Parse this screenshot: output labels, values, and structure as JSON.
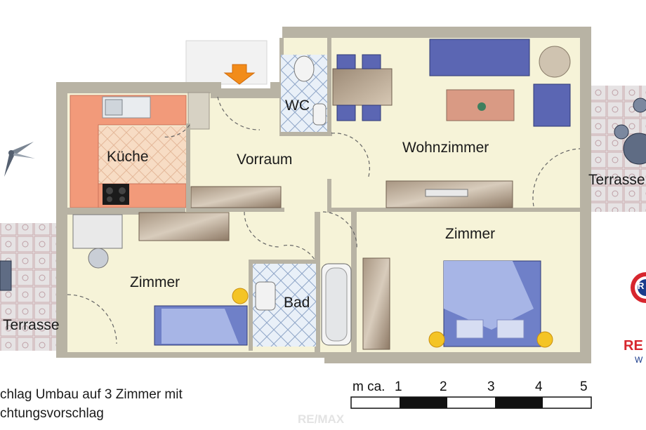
{
  "rooms": {
    "kueche": "Küche",
    "vorraum": "Vorraum",
    "wc": "WC",
    "wohnzimmer": "Wohnzimmer",
    "zimmer_right": "Zimmer",
    "zimmer_left": "Zimmer",
    "bad": "Bad",
    "terrasse_right": "Terrasse",
    "terrasse_left": "Terrasse"
  },
  "caption": {
    "line1": "chlag Umbau auf 3 Zimmer mit",
    "line2": "chtungsvorschlag"
  },
  "scale": {
    "unit_label": "m ca.",
    "ticks": [
      "1",
      "2",
      "3",
      "4",
      "5"
    ]
  },
  "watermark": "RE/MAX",
  "logo": {
    "text": "RE",
    "sub": "W",
    "badge": "R",
    "colors": {
      "red": "#d7262e",
      "blue": "#1a3c8c"
    }
  },
  "colors": {
    "wall": "#b8b3a4",
    "floor": "#f6f3d8",
    "kitchen": "#f29a7a",
    "tile": "#e8eef6",
    "furniture_blue": "#5b66b3",
    "wood": "#8a7866"
  }
}
